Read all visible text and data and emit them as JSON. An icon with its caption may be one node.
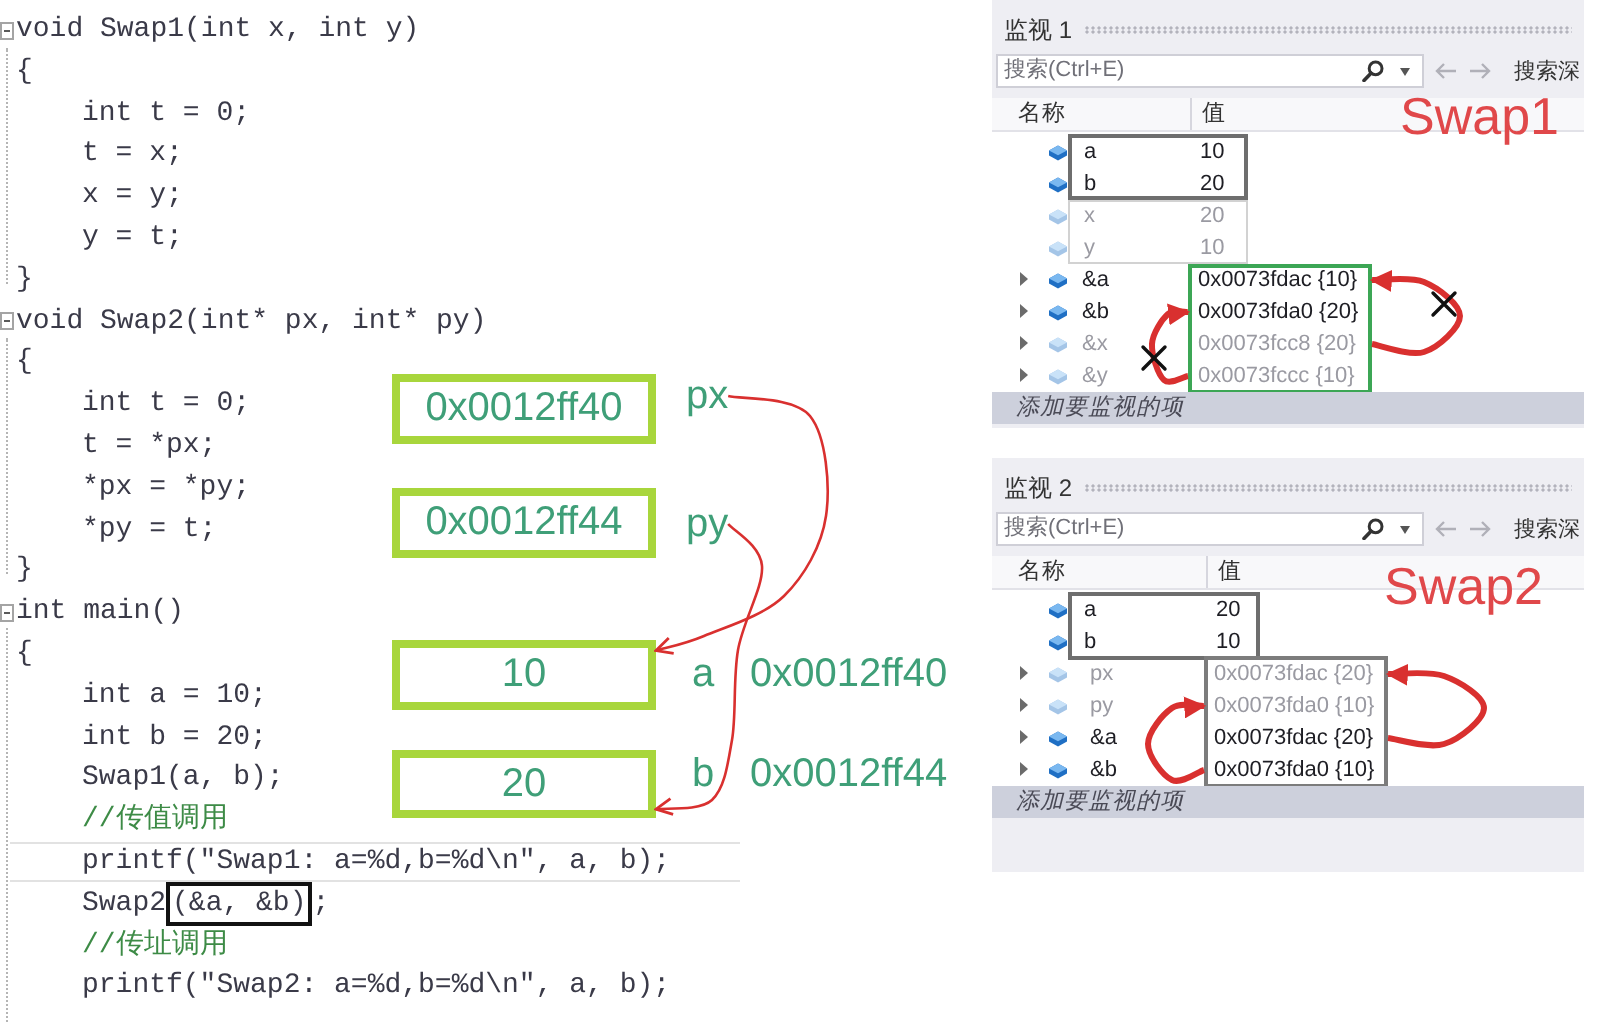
{
  "diagram": {
    "nodes": [
      {
        "text": [
          "(&a, &b)"
        ],
        "beside": [
          "Swap2",
          ";"
        ]
      },
      {
        "text": [
          "0x0012ff40"
        ]
      },
      {
        "text": [
          "px"
        ]
      },
      {
        "text": [
          "0x0012ff44"
        ]
      },
      {
        "text": [
          "py"
        ]
      },
      {
        "text": [
          "10"
        ],
        "beside": [
          "a",
          "0x0012ff40"
        ]
      },
      {
        "text": [
          "20"
        ],
        "beside": [
          "b",
          "0x0012ff44"
        ]
      },
      {
        "text": [
          "监视 1",
          "搜索(Ctrl+E)",
          "搜索深",
          "名称",
          "值",
          "Swap1",
          "添加要监视的项"
        ]
      },
      {
        "text": [
          "a",
          "10",
          "b",
          "20"
        ],
        "in": 7
      },
      {
        "text": [
          "x",
          "20",
          "y",
          "10"
        ],
        "in": 7
      },
      {
        "text": [],
        "shape": "box",
        "in": 7
      },
      {
        "text": [
          "0x0073fdac {10}"
        ],
        "in": 10
      },
      {
        "text": [
          "0x0073fda0 {20}"
        ],
        "in": 10
      },
      {
        "text": [
          "0x0073fcc8 {20}"
        ],
        "in": 10
      },
      {
        "text": [
          "0x0073fccc {10}"
        ],
        "in": 10
      },
      {
        "text": [
          "监视 2",
          "搜索(Ctrl+E)",
          "搜索深",
          "名称",
          "值",
          "Swap2",
          "添加要监视的项"
        ]
      },
      {
        "text": [
          "a",
          "20",
          "b",
          "10"
        ],
        "in": 15
      },
      {
        "text": [],
        "shape": "box",
        "in": 15
      },
      {
        "text": [
          "0x0073fdac {20}"
        ],
        "in": 17
      },
      {
        "text": [
          "0x0073fda0 {10}"
        ],
        "in": 17
      },
      {
        "text": [
          "0x0073fdac {20}"
        ],
        "in": 17
      },
      {
        "text": [
          "0x0073fda0 {10}"
        ],
        "in": 17
      }
    ],
    "edges": [
      {
        "from": 2,
        "to": 5,
        "arrow": "to"
      },
      {
        "from": 4,
        "to": 6,
        "arrow": "to"
      },
      {
        "from": 13,
        "to": 11,
        "arrow": "to"
      },
      {
        "from": 14,
        "to": 12,
        "arrow": "to"
      },
      {
        "from": 20,
        "to": 18,
        "arrow": "to"
      },
      {
        "from": 21,
        "to": 19,
        "arrow": "to"
      }
    ],
    "labels": [
      "void Swap1(int x, int y)",
      "{",
      "int t = 0;",
      "t = x;",
      "x = y;",
      "y = t;",
      "}",
      "void Swap2(int* px, int* py)",
      "{",
      "int t = 0;",
      "t = *px;",
      "*px = *py;",
      "*py = t;",
      "}",
      "int main()",
      "{",
      "int a = 10;",
      "int b = 20;",
      "Swap1(a, b);",
      "//传值调用",
      "printf(\"Swap1: a=%d,b=%d\\n\", a, b);",
      "//传址调用",
      "printf(\"Swap2: a=%d,b=%d\\n\", a, b);",
      "&a",
      "&b",
      "&x",
      "&y",
      "px",
      "py",
      "&a",
      "&b"
    ]
  }
}
